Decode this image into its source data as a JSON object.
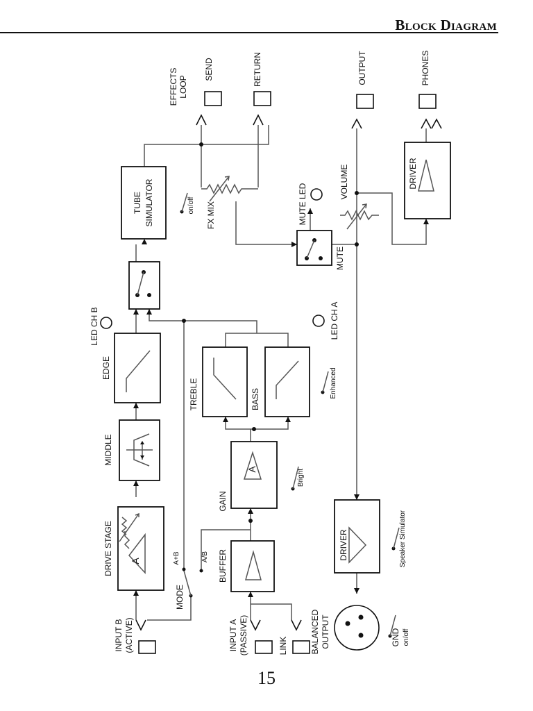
{
  "header": {
    "title": "Block Diagram"
  },
  "page_number": "15",
  "blocks": {
    "drive_stage": "DRIVE STAGE",
    "middle": "MIDDLE",
    "edge": "EDGE",
    "tube_simulator_1": "TUBE",
    "tube_simulator_2": "SIMULATOR",
    "buffer": "BUFFER",
    "gain": "GAIN",
    "treble": "TREBLE",
    "bass": "BASS",
    "driver_bottom": "DRIVER",
    "driver_top": "DRIVER"
  },
  "amp_letter": "A",
  "labels": {
    "input_b_1": "INPUT B",
    "input_b_2": "(ACTIVE)",
    "input_a_1": "INPUT A",
    "input_a_2": "(PASSIVE)",
    "link": "LINK",
    "balanced_1": "BALANCED",
    "balanced_2": "OUTPUT",
    "gnd": "GND",
    "gnd_onoff": "on/off",
    "mode": "MODE",
    "mode_ab_sum": "A+B",
    "mode_ab_sel": "A/B",
    "led_ch_b": "LED CH B",
    "led_ch_a": "LED CH A",
    "effects_loop_1": "EFFECTS",
    "effects_loop_2": "LOOP",
    "send": "SEND",
    "return": "RETURN",
    "fx_mix": "FX MIX",
    "tube_onoff": "on/off",
    "mute_led": "MUTE LED",
    "mute": "MUTE",
    "volume": "VOLUME",
    "output": "OUTPUT",
    "phones": "PHONES",
    "bright": "Bright",
    "enhanced": "Enhanced",
    "speaker_simulator": "Speaker Simulator"
  }
}
